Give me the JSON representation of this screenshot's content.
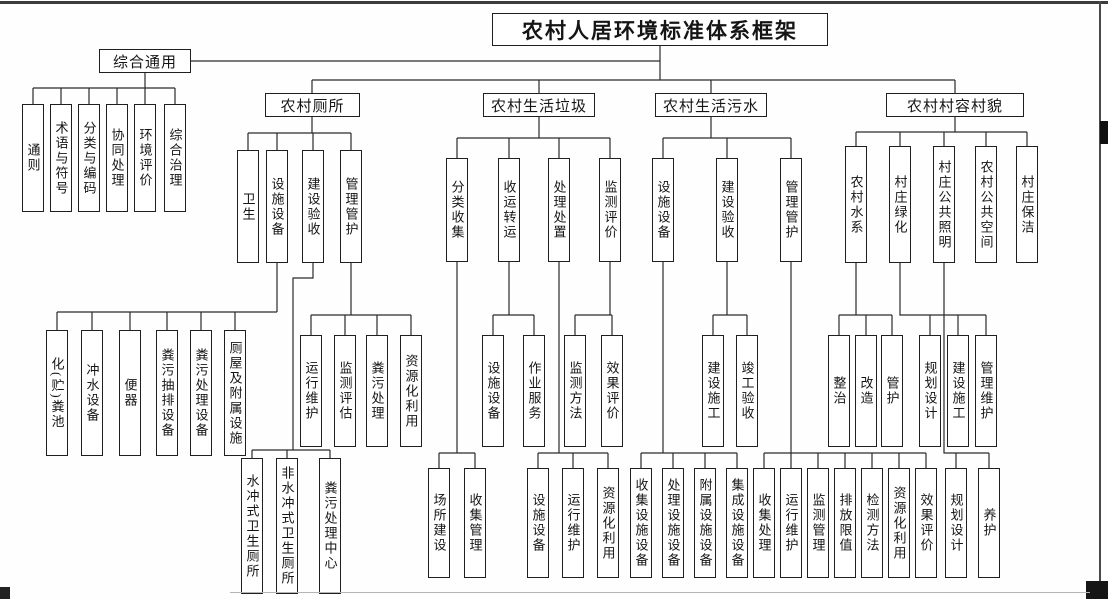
{
  "title": "农村人居环境标准体系框架",
  "colors": {
    "ink": "#1a1a1a",
    "paper": "#ffffff"
  },
  "tree": {
    "branches": [
      {
        "label": "综合通用",
        "children": [
          {
            "label": "通则"
          },
          {
            "label": "术语与符号"
          },
          {
            "label": "分类与编码"
          },
          {
            "label": "协同处理"
          },
          {
            "label": "环境评价"
          },
          {
            "label": "综合治理"
          }
        ]
      },
      {
        "label": "农村厕所",
        "children": [
          {
            "label": "卫生"
          },
          {
            "label": "设施设备",
            "children": [
              {
                "label": "化(贮)粪池"
              },
              {
                "label": "冲水设备"
              },
              {
                "label": "便器"
              },
              {
                "label": "粪污抽排设备"
              },
              {
                "label": "粪污处理设备"
              },
              {
                "label": "厕屋及附属设施"
              }
            ]
          },
          {
            "label": "建设验收",
            "children": [
              {
                "label": "水冲式卫生厕所"
              },
              {
                "label": "非水冲式卫生厕所"
              },
              {
                "label": "粪污处理中心"
              }
            ]
          },
          {
            "label": "管理管护",
            "children": [
              {
                "label": "运行维护"
              },
              {
                "label": "监测评估"
              },
              {
                "label": "粪污处理"
              },
              {
                "label": "资源化利用"
              }
            ]
          }
        ]
      },
      {
        "label": "农村生活垃圾",
        "children": [
          {
            "label": "分类收集",
            "children": [
              {
                "label": "场所建设"
              },
              {
                "label": "收集管理"
              }
            ]
          },
          {
            "label": "收运转运",
            "children": [
              {
                "label": "设施设备"
              },
              {
                "label": "作业服务"
              }
            ]
          },
          {
            "label": "处理处置",
            "children": [
              {
                "label": "设施设备"
              },
              {
                "label": "运行维护"
              },
              {
                "label": "资源化利用"
              }
            ]
          },
          {
            "label": "监测评价",
            "children": [
              {
                "label": "监测方法"
              },
              {
                "label": "效果评价"
              }
            ]
          }
        ]
      },
      {
        "label": "农村生活污水",
        "children": [
          {
            "label": "设施设备",
            "children": [
              {
                "label": "收集设施设备"
              },
              {
                "label": "处理设施设备"
              },
              {
                "label": "附属设施设备"
              },
              {
                "label": "集成设施设备"
              }
            ]
          },
          {
            "label": "建设验收",
            "children": [
              {
                "label": "建设施工"
              },
              {
                "label": "竣工验收"
              }
            ]
          },
          {
            "label": "管理管护",
            "children": [
              {
                "label": "收集处理"
              },
              {
                "label": "运行维护"
              },
              {
                "label": "监测管理"
              },
              {
                "label": "排放限值"
              },
              {
                "label": "检测方法"
              },
              {
                "label": "资源化利用"
              },
              {
                "label": "效果评价"
              }
            ]
          }
        ]
      },
      {
        "label": "农村村容村貌",
        "children": [
          {
            "label": "农村水系",
            "children": [
              {
                "label": "整治"
              },
              {
                "label": "改造"
              },
              {
                "label": "管护"
              }
            ]
          },
          {
            "label": "村庄绿化",
            "children": [
              {
                "label": "规划设计"
              },
              {
                "label": "建设施工"
              },
              {
                "label": "管理维护"
              }
            ]
          },
          {
            "label": "村庄公共照明",
            "children": [
              {
                "label": "规划设计"
              },
              {
                "label": "养护"
              }
            ]
          },
          {
            "label": "农村公共空间"
          },
          {
            "label": "村庄保洁"
          }
        ]
      }
    ]
  }
}
